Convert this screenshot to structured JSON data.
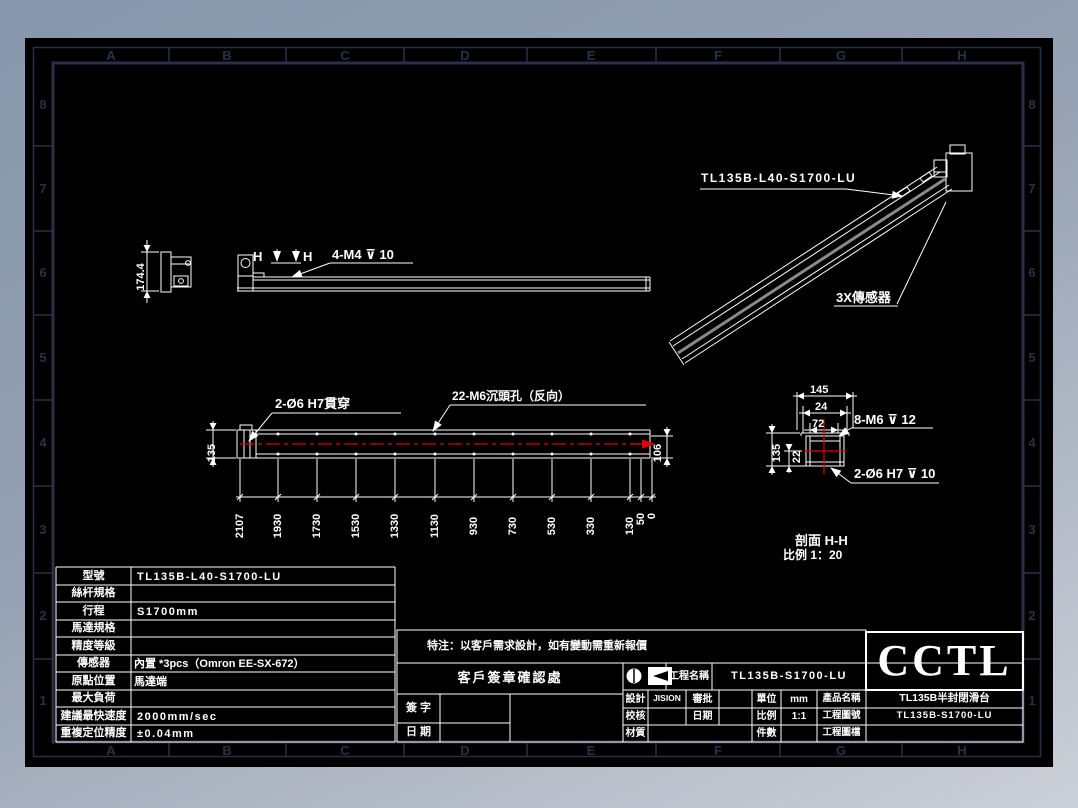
{
  "ruler": {
    "columns": [
      "A",
      "B",
      "C",
      "D",
      "E",
      "F",
      "G",
      "H"
    ],
    "rows": [
      "8",
      "7",
      "6",
      "5",
      "4",
      "3",
      "2",
      "1"
    ]
  },
  "colors": {
    "paper": "#000000",
    "frame_line": "#2a3147",
    "ink": "#ffffff",
    "centerline_red": "#dd0000",
    "desktop_top": "#8796ab",
    "desktop_bottom": "#cbd0d8"
  },
  "iso_view": {
    "part_label": "TL135B-L40-S1700-LU",
    "sensor_label": "3X傳感器"
  },
  "side_view": {
    "section_letter": "H",
    "thread_note": "4-M4 ⊽ 10",
    "height_dim": "174.4"
  },
  "plan_view": {
    "through_hole_note": "2-Ø6 H7貫穿",
    "counterbore_note": "22-M6沉頭孔（反向）",
    "left_dim": "135",
    "right_dim": "106",
    "chain_dims": [
      "2107",
      "1930",
      "1730",
      "1530",
      "1330",
      "1130",
      "930",
      "730",
      "530",
      "330",
      "130",
      "50",
      "0"
    ]
  },
  "section_view": {
    "dim_outer": "145",
    "dim_mid": "24",
    "dim_inner": "72",
    "dim_height": "135",
    "dim_offset": "22",
    "thread_note": "8-M6 ⊽ 12",
    "hole_note": "2-Ø6 H7 ⊽ 10",
    "caption_title": "剖面 H-H",
    "caption_scale": "比例 1：20"
  },
  "spec_table": {
    "rows": [
      {
        "label": "型號",
        "value": "TL135B-L40-S1700-LU"
      },
      {
        "label": "絲杆規格",
        "value": ""
      },
      {
        "label": "行程",
        "value": "S1700mm"
      },
      {
        "label": "馬達規格",
        "value": ""
      },
      {
        "label": "精度等級",
        "value": ""
      },
      {
        "label": "傳感器",
        "value": "內置 *3pcs（Omron EE-SX-672）"
      },
      {
        "label": "原點位置",
        "value": "馬達端"
      },
      {
        "label": "最大負荷",
        "value": ""
      },
      {
        "label": "建議最快速度",
        "value": "2000mm/sec"
      },
      {
        "label": "重複定位精度",
        "value": "±0.04mm"
      }
    ]
  },
  "note": {
    "text": "特注：以客戶需求設計，如有變動需重新報價"
  },
  "sign_box": {
    "title": "客戶簽章確認處",
    "sign_label": "簽 字",
    "date_label": "日 期"
  },
  "title_block": {
    "project_label": "工程名稱",
    "project_value": "TL135B-S1700-LU",
    "designer_label": "設計",
    "designer_value": "JISION",
    "approver_label": "審批",
    "checker_label": "校核",
    "date_label": "日期",
    "material_label": "材質",
    "unit_label": "單位",
    "unit_value": "mm",
    "scale_label": "比例",
    "scale_value": "1:1",
    "qty_label": "件數",
    "product_label": "產品名稱",
    "product_value": "TL135B半封閉滑台",
    "dwgno_label": "工程圖號",
    "dwgno_value": "TL135B-S1700-LU",
    "file_label": "工程圖檔",
    "logo_text": "CCTL"
  }
}
